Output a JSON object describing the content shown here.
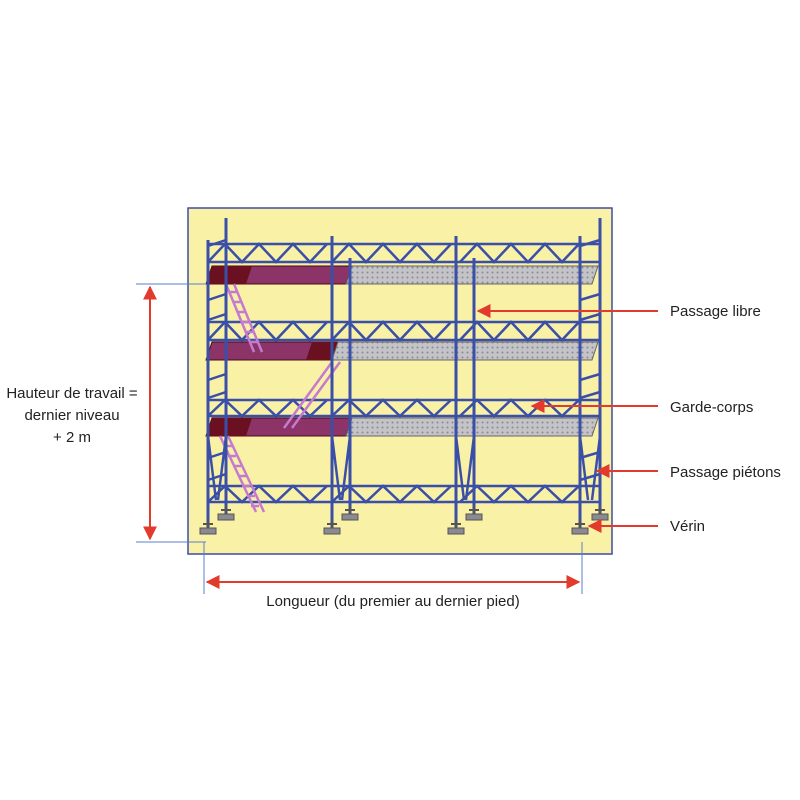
{
  "labels": {
    "passage_libre": "Passage libre",
    "garde_corps": "Garde-corps",
    "passage_pietons": "Passage piétons",
    "verin": "Vérin",
    "hauteur_line1": "Hauteur de travail =",
    "hauteur_line2": "dernier niveau",
    "hauteur_line3": "+ 2 m",
    "longueur": "Longueur (du premier au dernier pied)"
  },
  "colors": {
    "background_panel": "#f9f1a6",
    "frame": "#3a4fa8",
    "deck_trap": "#8c3468",
    "deck_trap_dark": "#6a1020",
    "deck_metal": "#b8b8bc",
    "ladder": "#c47ad0",
    "arrow": "#e23b2e",
    "dimension": "#5a7fd0"
  }
}
